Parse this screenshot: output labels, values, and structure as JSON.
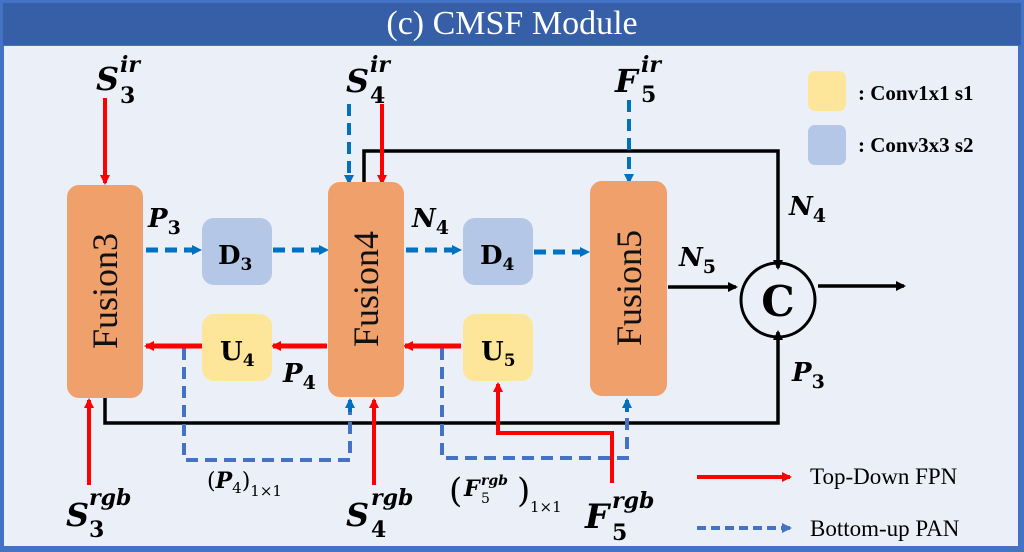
{
  "title": "(c) CMSF Module",
  "colors": {
    "frame": "#4472c4",
    "title_bg": "#365fa8",
    "canvas_bg": "#eaeff8",
    "fusion_fill": "#f0a06a",
    "conv1x1_fill": "#fde699",
    "conv3x3_fill": "#b4c7e7",
    "top_down": "#ff0000",
    "bottom_up": "#0070c0",
    "bottom_up_legend": "#4472c4",
    "concat": "#000000"
  },
  "blocks": {
    "fusion3": "Fusion3",
    "fusion4": "Fusion4",
    "fusion5": "Fusion5",
    "d3": {
      "main": "D",
      "sub": "3"
    },
    "d4": {
      "main": "D",
      "sub": "4"
    },
    "u4": {
      "main": "U",
      "sub": "4"
    },
    "u5": {
      "main": "U",
      "sub": "5"
    },
    "concat": "C"
  },
  "inputs": {
    "s3_ir": {
      "base": "S",
      "sub": "3",
      "sup": "ir"
    },
    "s4_ir": {
      "base": "S",
      "sub": "4",
      "sup": "ir"
    },
    "f5_ir": {
      "base": "F",
      "sub": "5",
      "sup": "ir"
    },
    "s3_rgb": {
      "base": "S",
      "sub": "3",
      "sup": "rgb"
    },
    "s4_rgb": {
      "base": "S",
      "sub": "4",
      "sup": "rgb"
    },
    "f5_rgb": {
      "base": "F",
      "sub": "5",
      "sup": "rgb"
    }
  },
  "edge_labels": {
    "p3_out": {
      "base": "P",
      "sub": "3"
    },
    "n4_out": {
      "base": "N",
      "sub": "4"
    },
    "p4_out": {
      "base": "P",
      "sub": "4"
    },
    "n5_out": {
      "base": "N",
      "sub": "5"
    },
    "n4_concat": {
      "base": "N",
      "sub": "4"
    },
    "p3_concat": {
      "base": "P",
      "sub": "3"
    },
    "p4_1x1": {
      "open": "(",
      "base": "P",
      "sub": "4",
      "close": ")",
      "outer_sub": "1×1"
    },
    "f5_1x1": {
      "open": "(",
      "base": "F",
      "sub": "5",
      "sup": "rgb",
      "close": ")",
      "outer_sub": "1×1"
    }
  },
  "legend": {
    "conv1x1": ": Conv1x1 s1",
    "conv3x3": ": Conv3x3 s2",
    "top_down": "Top-Down FPN",
    "bottom_up": "Bottom-up PAN"
  }
}
